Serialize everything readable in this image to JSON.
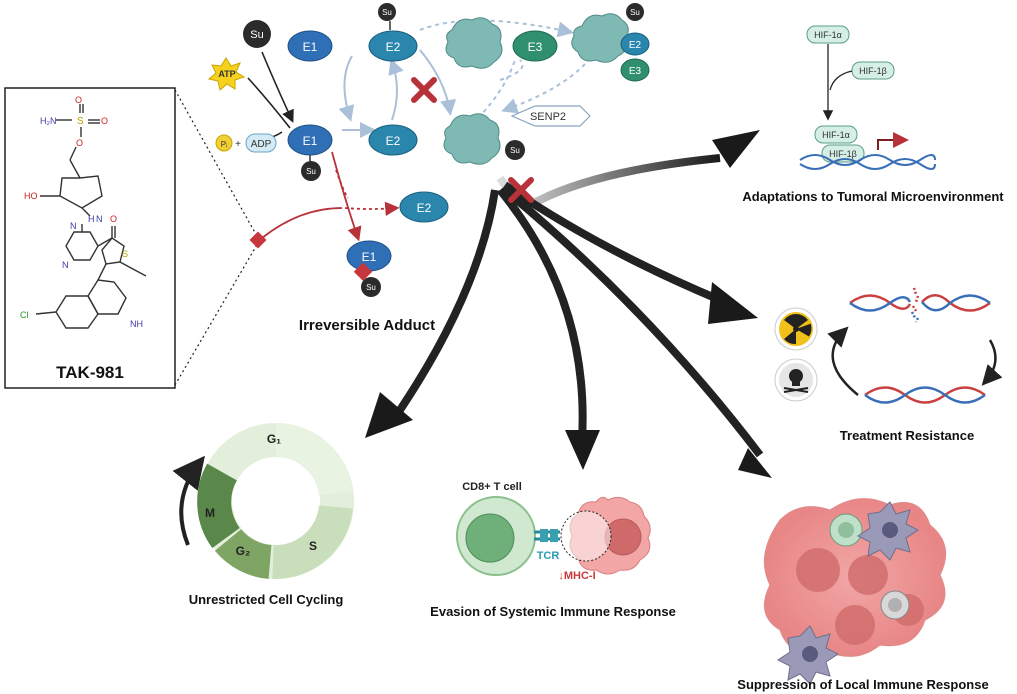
{
  "compound": {
    "name": "TAK-981",
    "atoms": {
      "nh2": "H₂N",
      "o": "O",
      "s": "S",
      "ho": "HO",
      "h": "H",
      "n": "N",
      "cl": "Cl",
      "nh": "NH"
    }
  },
  "pathway": {
    "su": "Su",
    "atp": "ATP",
    "pi": "Pᵢ",
    "plus": "+",
    "adp": "ADP",
    "e1": "E1",
    "e2": "E2",
    "e3": "E3",
    "senp2": "SENP2",
    "adduct_label": "Irreversible Adduct"
  },
  "hif": {
    "hif1a": "HIF-1α",
    "hif1b": "HIF-1β",
    "caption": "Adaptations to Tumoral Microenvironment"
  },
  "resistance": {
    "caption": "Treatment Resistance"
  },
  "cycle": {
    "g1": "G₁",
    "s": "S",
    "g2": "G₂",
    "m": "M",
    "caption": "Unrestricted Cell Cycling"
  },
  "immune": {
    "tcell": "CD8+ T cell",
    "tcr": "TCR",
    "mhc": "↓MHC-I",
    "caption": "Evasion of Systemic Immune Response"
  },
  "local": {
    "caption": "Suppression of Local Immune Response"
  },
  "colors": {
    "e1_blue": "#2f6fb6",
    "e2_teal": "#2a86ad",
    "e3_green": "#2f8f6f",
    "inhibit_red": "#b8323a",
    "arrow_black": "#1a1a1a"
  }
}
